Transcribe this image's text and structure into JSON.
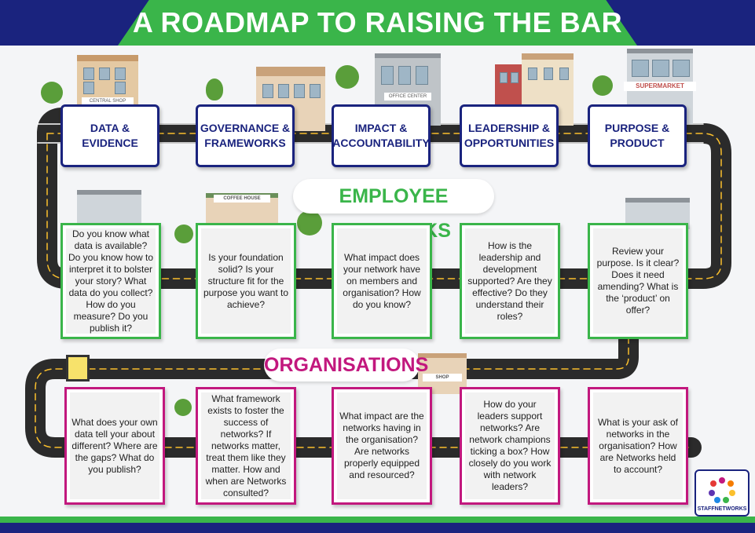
{
  "title": "A ROADMAP TO RAISING THE BAR",
  "buildings": {
    "central_shop": "CENTRAL SHOP",
    "office_center": "OFFICE CENTER",
    "supermarket": "SUPERMARKET",
    "coffee_house": "COFFEE HOUSE",
    "shop": "SHOP"
  },
  "categories": [
    {
      "line1": "DATA &",
      "line2": "EVIDENCE"
    },
    {
      "line1": "GOVERNANCE &",
      "line2": "FRAMEWORKS"
    },
    {
      "line1": "IMPACT &",
      "line2": "ACCOUNTABILITY"
    },
    {
      "line1": "LEADERSHIP &",
      "line2": "OPPORTUNITIES"
    },
    {
      "line1": "PURPOSE &",
      "line2": "PRODUCT"
    }
  ],
  "employee_banner": "EMPLOYEE NETWORKS",
  "employee_questions": [
    "Do you know what data is available? Do you know how to interpret it to bolster your story? What data do you collect? How do you measure? Do you publish it?",
    "Is your foundation solid? Is your structure fit for the purpose you want to achieve?",
    "What impact does your network have on members and organisation? How do you know?",
    "How is the leadership and development supported? Are they effective? Do they understand their roles?",
    "Review your purpose. Is it clear? Does it need amending? What is the ‘product’ on offer?"
  ],
  "org_banner": "ORGANISATIONS",
  "org_questions": [
    "What does your own data tell your about different? Where are the gaps? What do you publish?",
    "What framework exists to foster the success of networks? If networks matter, treat them like they matter. How and when are Networks consulted?",
    "What impact are the networks having in the organisation? Are networks properly equipped and resourced?",
    "How do your leaders support networks? Are network champions ticking a box? How closely do you work with network leaders?",
    "What is your ask of networks in the organisation? How are Networks held to account?"
  ],
  "logo_text": "STAFFNETWORKS",
  "colors": {
    "navy": "#1a237e",
    "green": "#3ab54a",
    "magenta": "#c2187e",
    "road": "#2b2b2b"
  }
}
